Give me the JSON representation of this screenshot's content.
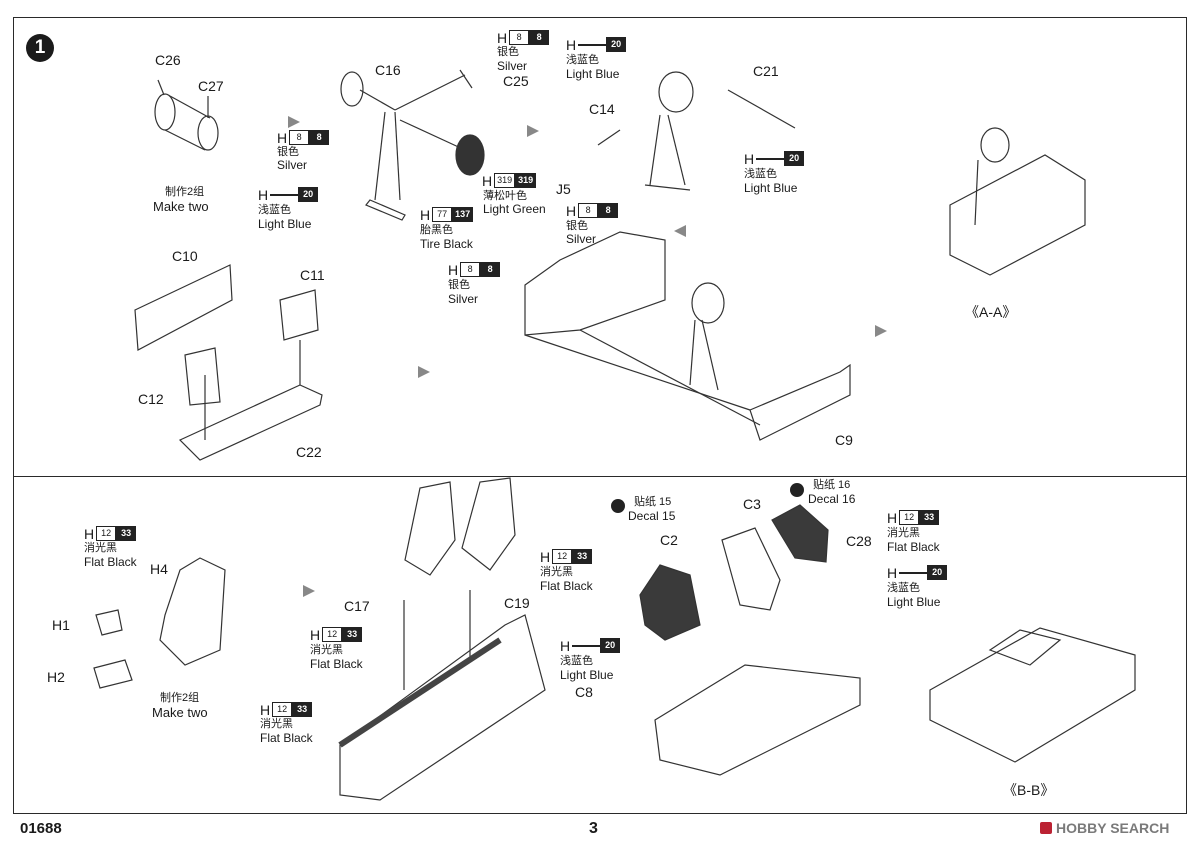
{
  "step_number": "1",
  "footer": {
    "code": "01688",
    "page": "3",
    "brand": "HOBBY SEARCH"
  },
  "top": {
    "parts": {
      "c26": "C26",
      "c27": "C27",
      "c16": "C16",
      "c25": "C25",
      "c14": "C14",
      "c21": "C21",
      "j5": "J5",
      "c10": "C10",
      "c11": "C11",
      "c12": "C12",
      "c22": "C22",
      "c9": "C9"
    },
    "make_two_cn": "制作2组",
    "make_two_en": "Make two",
    "view_aa": "《A-A》",
    "paints": {
      "silver_a": {
        "h": "H",
        "w": "8",
        "b": "8",
        "cn": "银色",
        "en": "Silver"
      },
      "silver_b": {
        "h": "H",
        "w": "8",
        "b": "8",
        "cn": "银色",
        "en": "Silver"
      },
      "light_blue_a": {
        "h": "H",
        "w": "",
        "b": "20",
        "cn": "浅蓝色",
        "en": "Light Blue"
      },
      "tire_black": {
        "h": "H",
        "w": "77",
        "b": "137",
        "cn": "胎黑色",
        "en": "Tire Black"
      },
      "light_green": {
        "h": "H",
        "w": "319",
        "b": "319",
        "cn": "薄松叶色",
        "en": "Light Green"
      },
      "light_blue_b": {
        "h": "H",
        "w": "",
        "b": "20",
        "cn": "浅蓝色",
        "en": "Light Blue"
      },
      "light_blue_c": {
        "h": "H",
        "w": "",
        "b": "20",
        "cn": "浅蓝色",
        "en": "Light Blue"
      },
      "silver_c": {
        "h": "H",
        "w": "8",
        "b": "8",
        "cn": "银色",
        "en": "Silver"
      },
      "silver_d": {
        "h": "H",
        "w": "8",
        "b": "8",
        "cn": "银色",
        "en": "Silver"
      }
    }
  },
  "bottom": {
    "parts": {
      "h4": "H4",
      "h1": "H1",
      "h2": "H2",
      "c17": "C17",
      "c19": "C19",
      "c8": "C8",
      "c2": "C2",
      "c3": "C3",
      "c28": "C28"
    },
    "make_two_cn": "制作2组",
    "make_two_en": "Make two",
    "view_bb": "《B-B》",
    "decal15_cn": "贴纸 15",
    "decal15_en": "Decal 15",
    "decal16_cn": "贴纸 16",
    "decal16_en": "Decal 16",
    "paints": {
      "flat_black_a": {
        "h": "H",
        "w": "12",
        "b": "33",
        "cn": "消光黑",
        "en": "Flat Black"
      },
      "flat_black_b": {
        "h": "H",
        "w": "12",
        "b": "33",
        "cn": "消光黑",
        "en": "Flat Black"
      },
      "flat_black_c": {
        "h": "H",
        "w": "12",
        "b": "33",
        "cn": "消光黑",
        "en": "Flat Black"
      },
      "flat_black_d": {
        "h": "H",
        "w": "12",
        "b": "33",
        "cn": "消光黑",
        "en": "Flat Black"
      },
      "flat_black_e": {
        "h": "H",
        "w": "12",
        "b": "33",
        "cn": "消光黑",
        "en": "Flat Black"
      },
      "light_blue_d": {
        "h": "H",
        "w": "",
        "b": "20",
        "cn": "浅蓝色",
        "en": "Light Blue"
      },
      "light_blue_e": {
        "h": "H",
        "w": "",
        "b": "20",
        "cn": "浅蓝色",
        "en": "Light Blue"
      }
    }
  }
}
